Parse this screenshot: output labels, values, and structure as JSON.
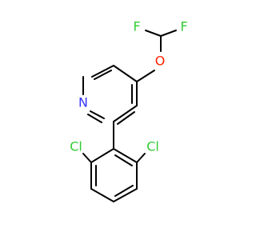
{
  "molecule": {
    "atoms": {
      "n1": {
        "symbol": "N",
        "color": "#3333ff"
      },
      "o1": {
        "symbol": "O",
        "color": "#ff2200"
      },
      "f1": {
        "symbol": "F",
        "color": "#33cc33"
      },
      "f2": {
        "symbol": "F",
        "color": "#33cc33"
      },
      "cl1": {
        "symbol": "Cl",
        "color": "#33cc33"
      },
      "cl2": {
        "symbol": "Cl",
        "color": "#33cc33"
      }
    },
    "bond_color": "#000000"
  }
}
